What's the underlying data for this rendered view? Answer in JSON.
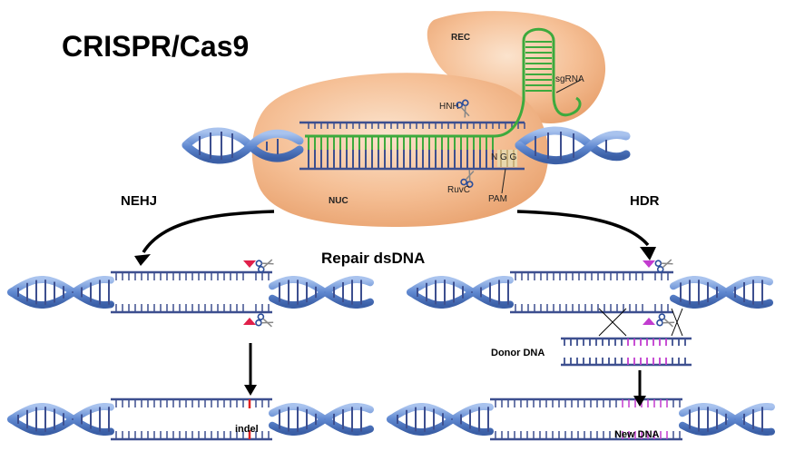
{
  "title": "CRISPR/Cas9",
  "labels": {
    "rec": "REC",
    "nuc": "NUC",
    "sgrna": "sgRNA",
    "hnh": "HNH",
    "ruvc": "RuvC",
    "pam": "PAM",
    "ngg": "N G G",
    "nehj": "NEHJ",
    "hdr": "HDR",
    "repair": "Repair dsDNA",
    "donor": "Donor DNA",
    "indel": "indel",
    "new_dna": "New DNA"
  },
  "colors": {
    "protein": "#f2b487",
    "helix": "#6f96d6",
    "helix_dark": "#3c5fa8",
    "rung": "#3d4f8f",
    "sgrna": "#3daa3d",
    "pam": "#c9b07a",
    "cut_marker": "#e0204a",
    "hdr_marker": "#c23ccf",
    "indel": "#e02020"
  }
}
